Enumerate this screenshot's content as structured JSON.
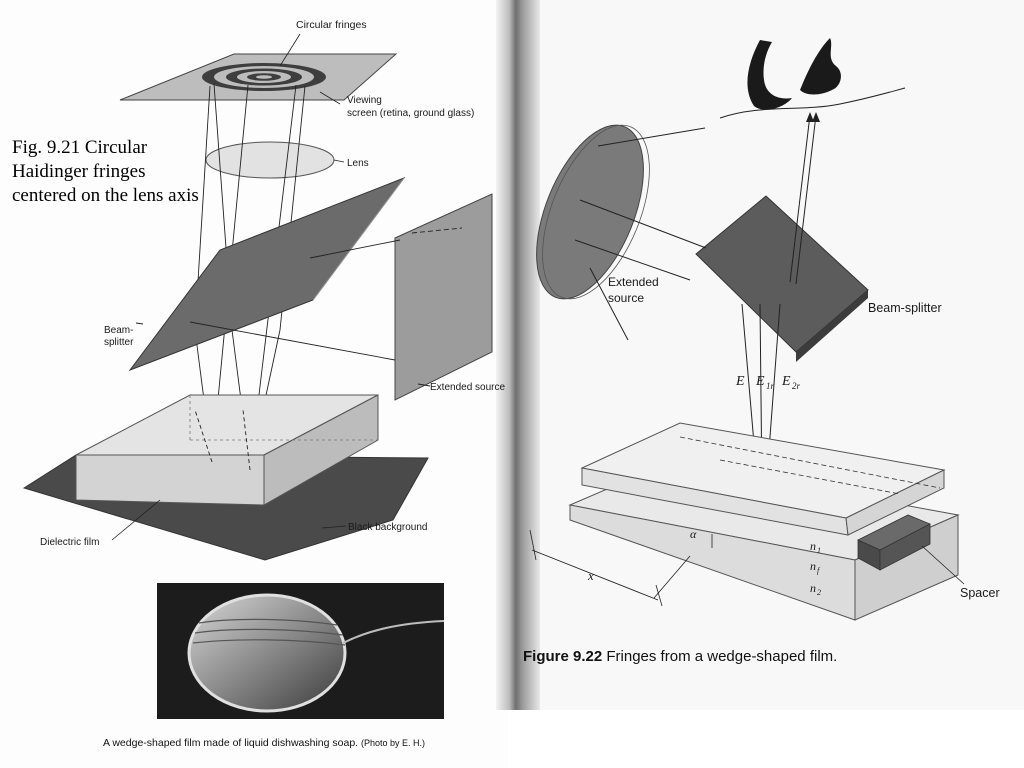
{
  "left_page": {
    "fig921_caption": "Fig. 9.21 Circular Haidinger fringes centered on the lens axis",
    "labels": {
      "circular_fringes": "Circular fringes",
      "viewing_screen_1": "Viewing",
      "viewing_screen_2": "screen (retina, ground glass)",
      "lens": "Lens",
      "beam_splitter_1": "Beam-",
      "beam_splitter_2": "splitter",
      "extended_source": "Extended source",
      "black_background": "Black background",
      "dielectric_film": "Dielectric film"
    },
    "photo_caption": "A wedge-shaped film made of liquid dishwashing soap.",
    "photo_credit": "(Photo by E. H.)"
  },
  "right_page": {
    "labels": {
      "extended_source_1": "Extended",
      "extended_source_2": "source",
      "beam_splitter": "Beam-splitter",
      "e": "E",
      "e1r": "E",
      "e1r_sub": "1r",
      "e2r": "E",
      "e2r_sub": "2r",
      "alpha": "α",
      "n1": "n",
      "n1_sub": "1",
      "nf": "n",
      "nf_sub": "f",
      "n2": "n",
      "n2_sub": "2",
      "x": "x",
      "spacer": "Spacer"
    },
    "fig922_number": "Figure 9.22",
    "fig922_text": "Fringes from a wedge-shaped film."
  },
  "colors": {
    "plate_gray": "#9a9a9a",
    "dark_gray": "#5a5a5a",
    "light_plate": "#e6e6e6"
  }
}
